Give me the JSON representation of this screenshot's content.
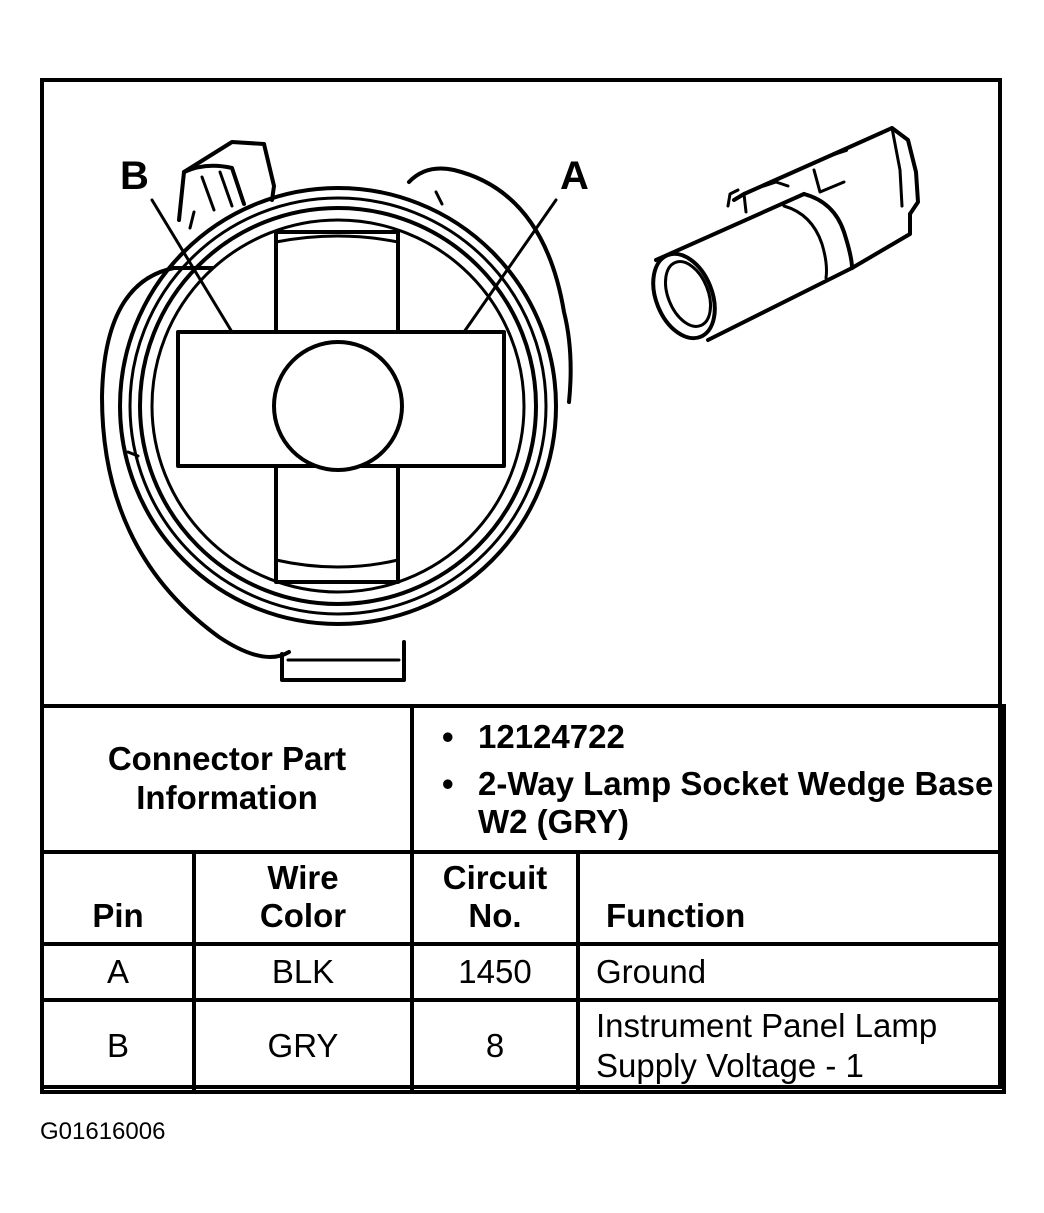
{
  "labels": {
    "pin_b": "B",
    "pin_a": "A"
  },
  "connector_info": {
    "label": "Connector Part Information",
    "items": [
      "12124722",
      "2-Way Lamp Socket Wedge Base W2 (GRY)"
    ]
  },
  "pin_table": {
    "headers": {
      "pin": "Pin",
      "wire_color": "Wire Color",
      "circuit": "Circuit No.",
      "function": "Function"
    },
    "rows": [
      {
        "pin": "A",
        "wire_color": "BLK",
        "circuit": "1450",
        "function": "Ground"
      },
      {
        "pin": "B",
        "wire_color": "GRY",
        "circuit": "8",
        "function": "Instrument Panel Lamp Supply Voltage - 1"
      }
    ]
  },
  "figure_id": "G01616006"
}
